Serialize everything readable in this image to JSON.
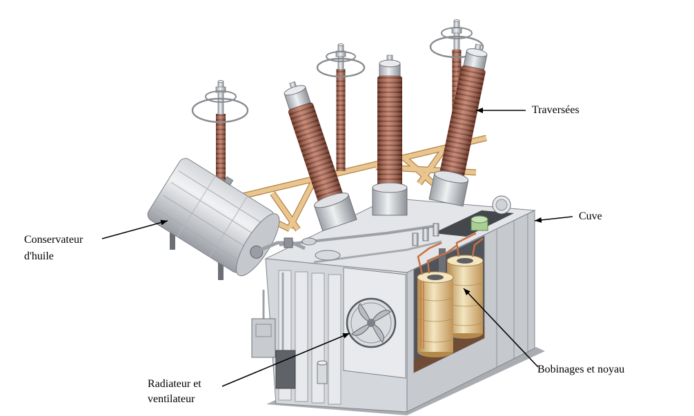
{
  "labels": {
    "bushings": "Traversées",
    "tank": "Cuve",
    "conservator": {
      "line1": "Conservateur",
      "line2": "d'huile"
    },
    "radiator": {
      "line1": "Radiateur et",
      "line2": "ventilateur"
    },
    "windings": "Bobinages et noyau"
  },
  "colors": {
    "background": "#ffffff",
    "label_text": "#000000",
    "tank_steel": "#d4d7db",
    "frame_wood": "#e9c690",
    "bushing_porcelain": "#b8644a",
    "coil": "#f3e6c0"
  }
}
